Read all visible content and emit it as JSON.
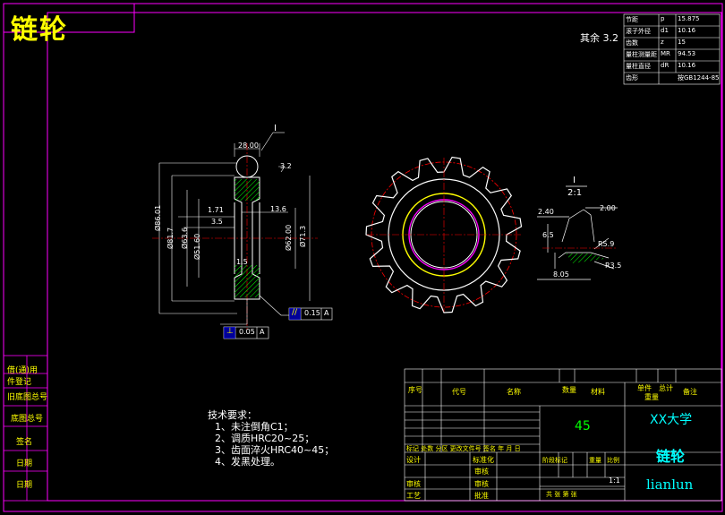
{
  "drawing": {
    "title": "链轮",
    "roughness_note": "其余 3.2"
  },
  "params": [
    {
      "name": "节距",
      "sym": "p",
      "value": "15.875"
    },
    {
      "name": "滚子外径",
      "sym": "d1",
      "value": "10.16"
    },
    {
      "name": "齿数",
      "sym": "z",
      "value": "15"
    },
    {
      "name": "量柱测量距",
      "sym": "MR",
      "value": "94.53"
    },
    {
      "name": "量柱直径",
      "sym": "dR",
      "value": "10.16"
    },
    {
      "name": "齿形",
      "sym": "",
      "value": "按GB1244-85"
    }
  ],
  "dims": {
    "hub_width": "28.00",
    "dia_outer": "Ø86.01",
    "dia_97": "Ø81.7",
    "dia_63": "Ø63.6",
    "dia_bore": "Ø51.60",
    "dia_right1": "Ø62.00",
    "dia_right2": "Ø71.3",
    "w_left": "1.71",
    "w_right": "13.6",
    "small_a": "3.5",
    "small_b": "1.5",
    "rough": "3.2",
    "tol_box1_sym": "//",
    "tol_box1_val": "0.15",
    "tol_box1_ref": "A",
    "tol_box2_sym": "⊥",
    "tol_box2_val": "0.05",
    "tol_box2_ref": "A",
    "section_label": "I"
  },
  "detail": {
    "label": "I",
    "scale": "2:1",
    "d1": "2.40",
    "d2": "2.00",
    "d3": "R5.9",
    "d4": "R3.5",
    "d5": "6.5",
    "d6": "8.05"
  },
  "tech_reqs": {
    "heading": "技术要求：",
    "items": [
      "1、未注倒角C1；",
      "2、调质HRC20~25；",
      "3、齿面淬火HRC40~45；",
      "4、发黑处理。"
    ]
  },
  "side_labels": [
    "借(通)用",
    "件登记",
    "旧底图总号",
    "底图总号",
    "签名",
    "日期",
    "日期"
  ],
  "title_block": {
    "col_seq": "序号",
    "col_code": "代号",
    "col_name": "名称",
    "col_qty": "数量",
    "col_material": "材料",
    "col_unit": "单件",
    "col_total": "总计",
    "col_weight": "重量",
    "col_note": "备注",
    "material": "45",
    "school": "XX大学",
    "part_name": "链轮",
    "drawing_code": "lianlun",
    "rev_row": "标记 处数 分区 更改文件号 签名 年 月 日",
    "design": "设计",
    "std": "标准化",
    "review": "审核",
    "process": "工艺",
    "check": "审核",
    "approve": "批准",
    "stage": "阶段标记",
    "weight": "重量",
    "ratio": "比例",
    "scale_val": "1:1",
    "sheets": "共  张  第  张",
    "check2": "审核"
  }
}
